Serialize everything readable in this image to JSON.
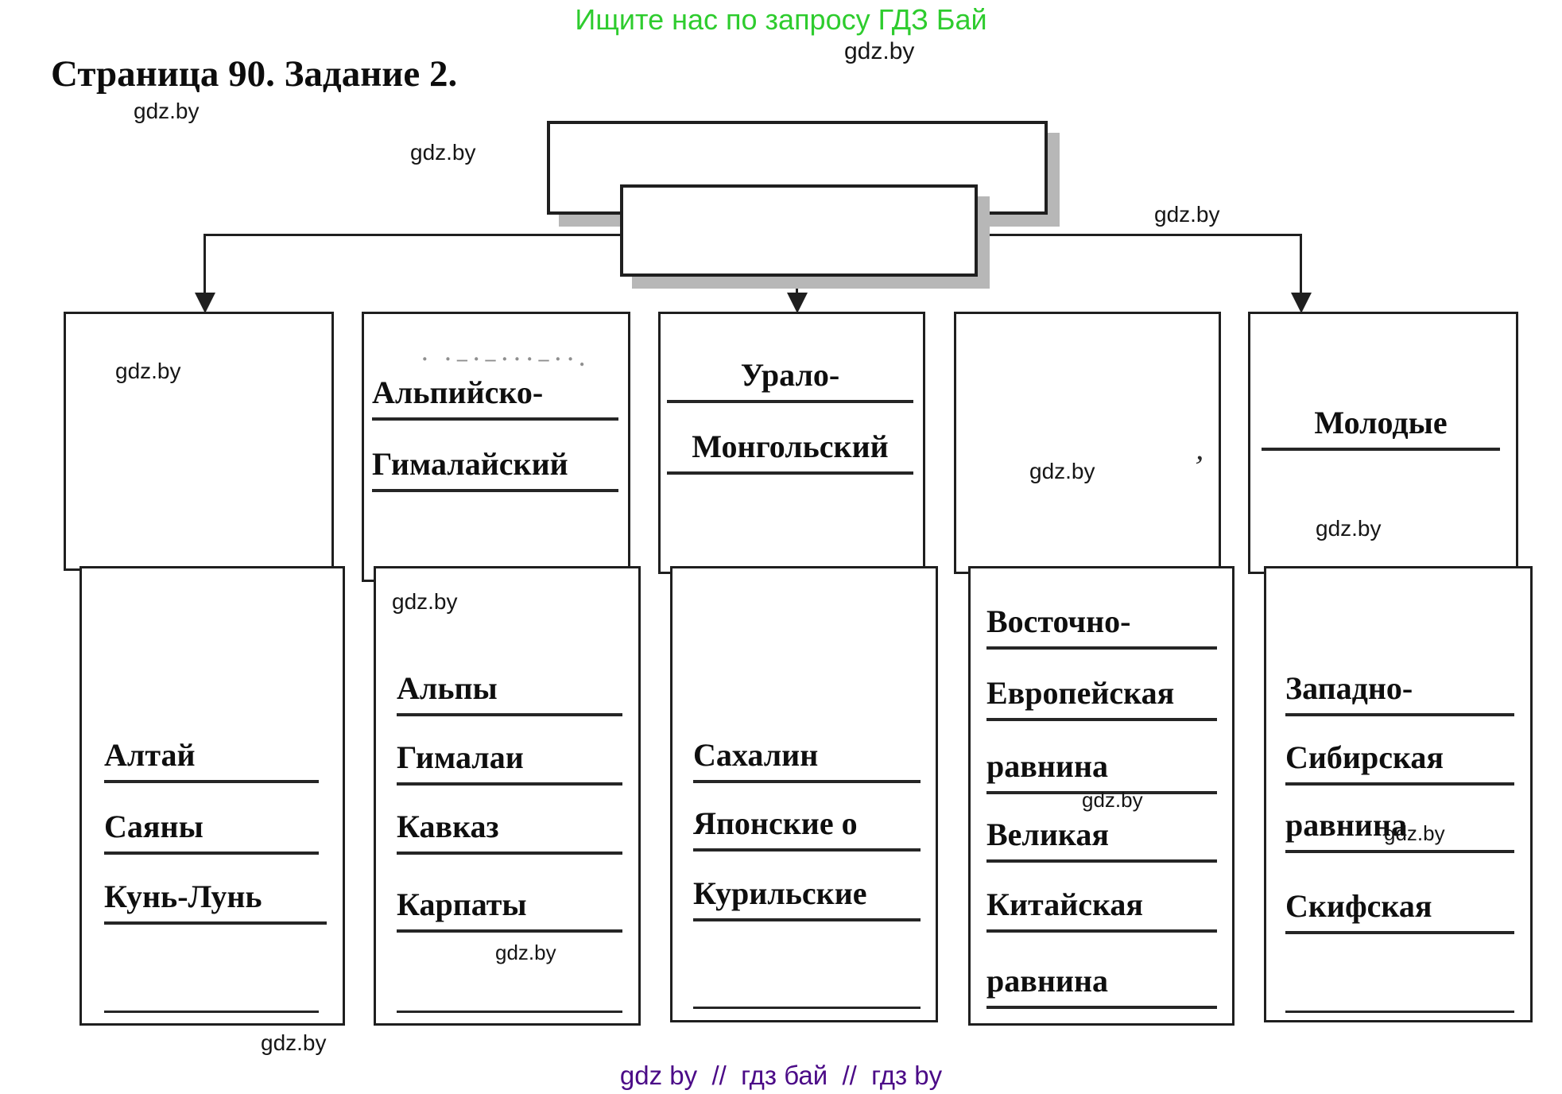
{
  "promo": "Ищите нас по запросу ГДЗ Бай",
  "watermark": "gdz.by",
  "title": "Страница 90. Задание 2.",
  "footer": "gdz by  //  гдз бай  //  гдз by",
  "colors": {
    "promo_green": "#2ecc2e",
    "footer_purple": "#4b0b87",
    "ink_black": "#1f1f1f",
    "shadow_gray": "#b7b7b7"
  },
  "diagram": {
    "erased_remnant": "· ·‒·‒···‒··.",
    "stray_mark": "ʼ",
    "headers": {
      "col2": [
        "Альпийско-",
        "Гималайский"
      ],
      "col3": [
        "Урало-",
        "Монгольский"
      ],
      "col5": [
        "Молодые"
      ]
    },
    "answers": {
      "col1": [
        "Алтай",
        "Саяны",
        "Кунь-Лунь"
      ],
      "col2": [
        "Альпы",
        "Гималаи",
        "Кавказ",
        "Карпаты"
      ],
      "col3": [
        "Сахалин",
        "Японские о",
        "Курильские"
      ],
      "col4": [
        "Восточно-",
        "Европейская",
        "равнина",
        "Великая",
        "Китайская",
        "равнина"
      ],
      "col5": [
        "Западно-",
        "Сибирская",
        "равнина",
        "Скифская"
      ]
    }
  }
}
